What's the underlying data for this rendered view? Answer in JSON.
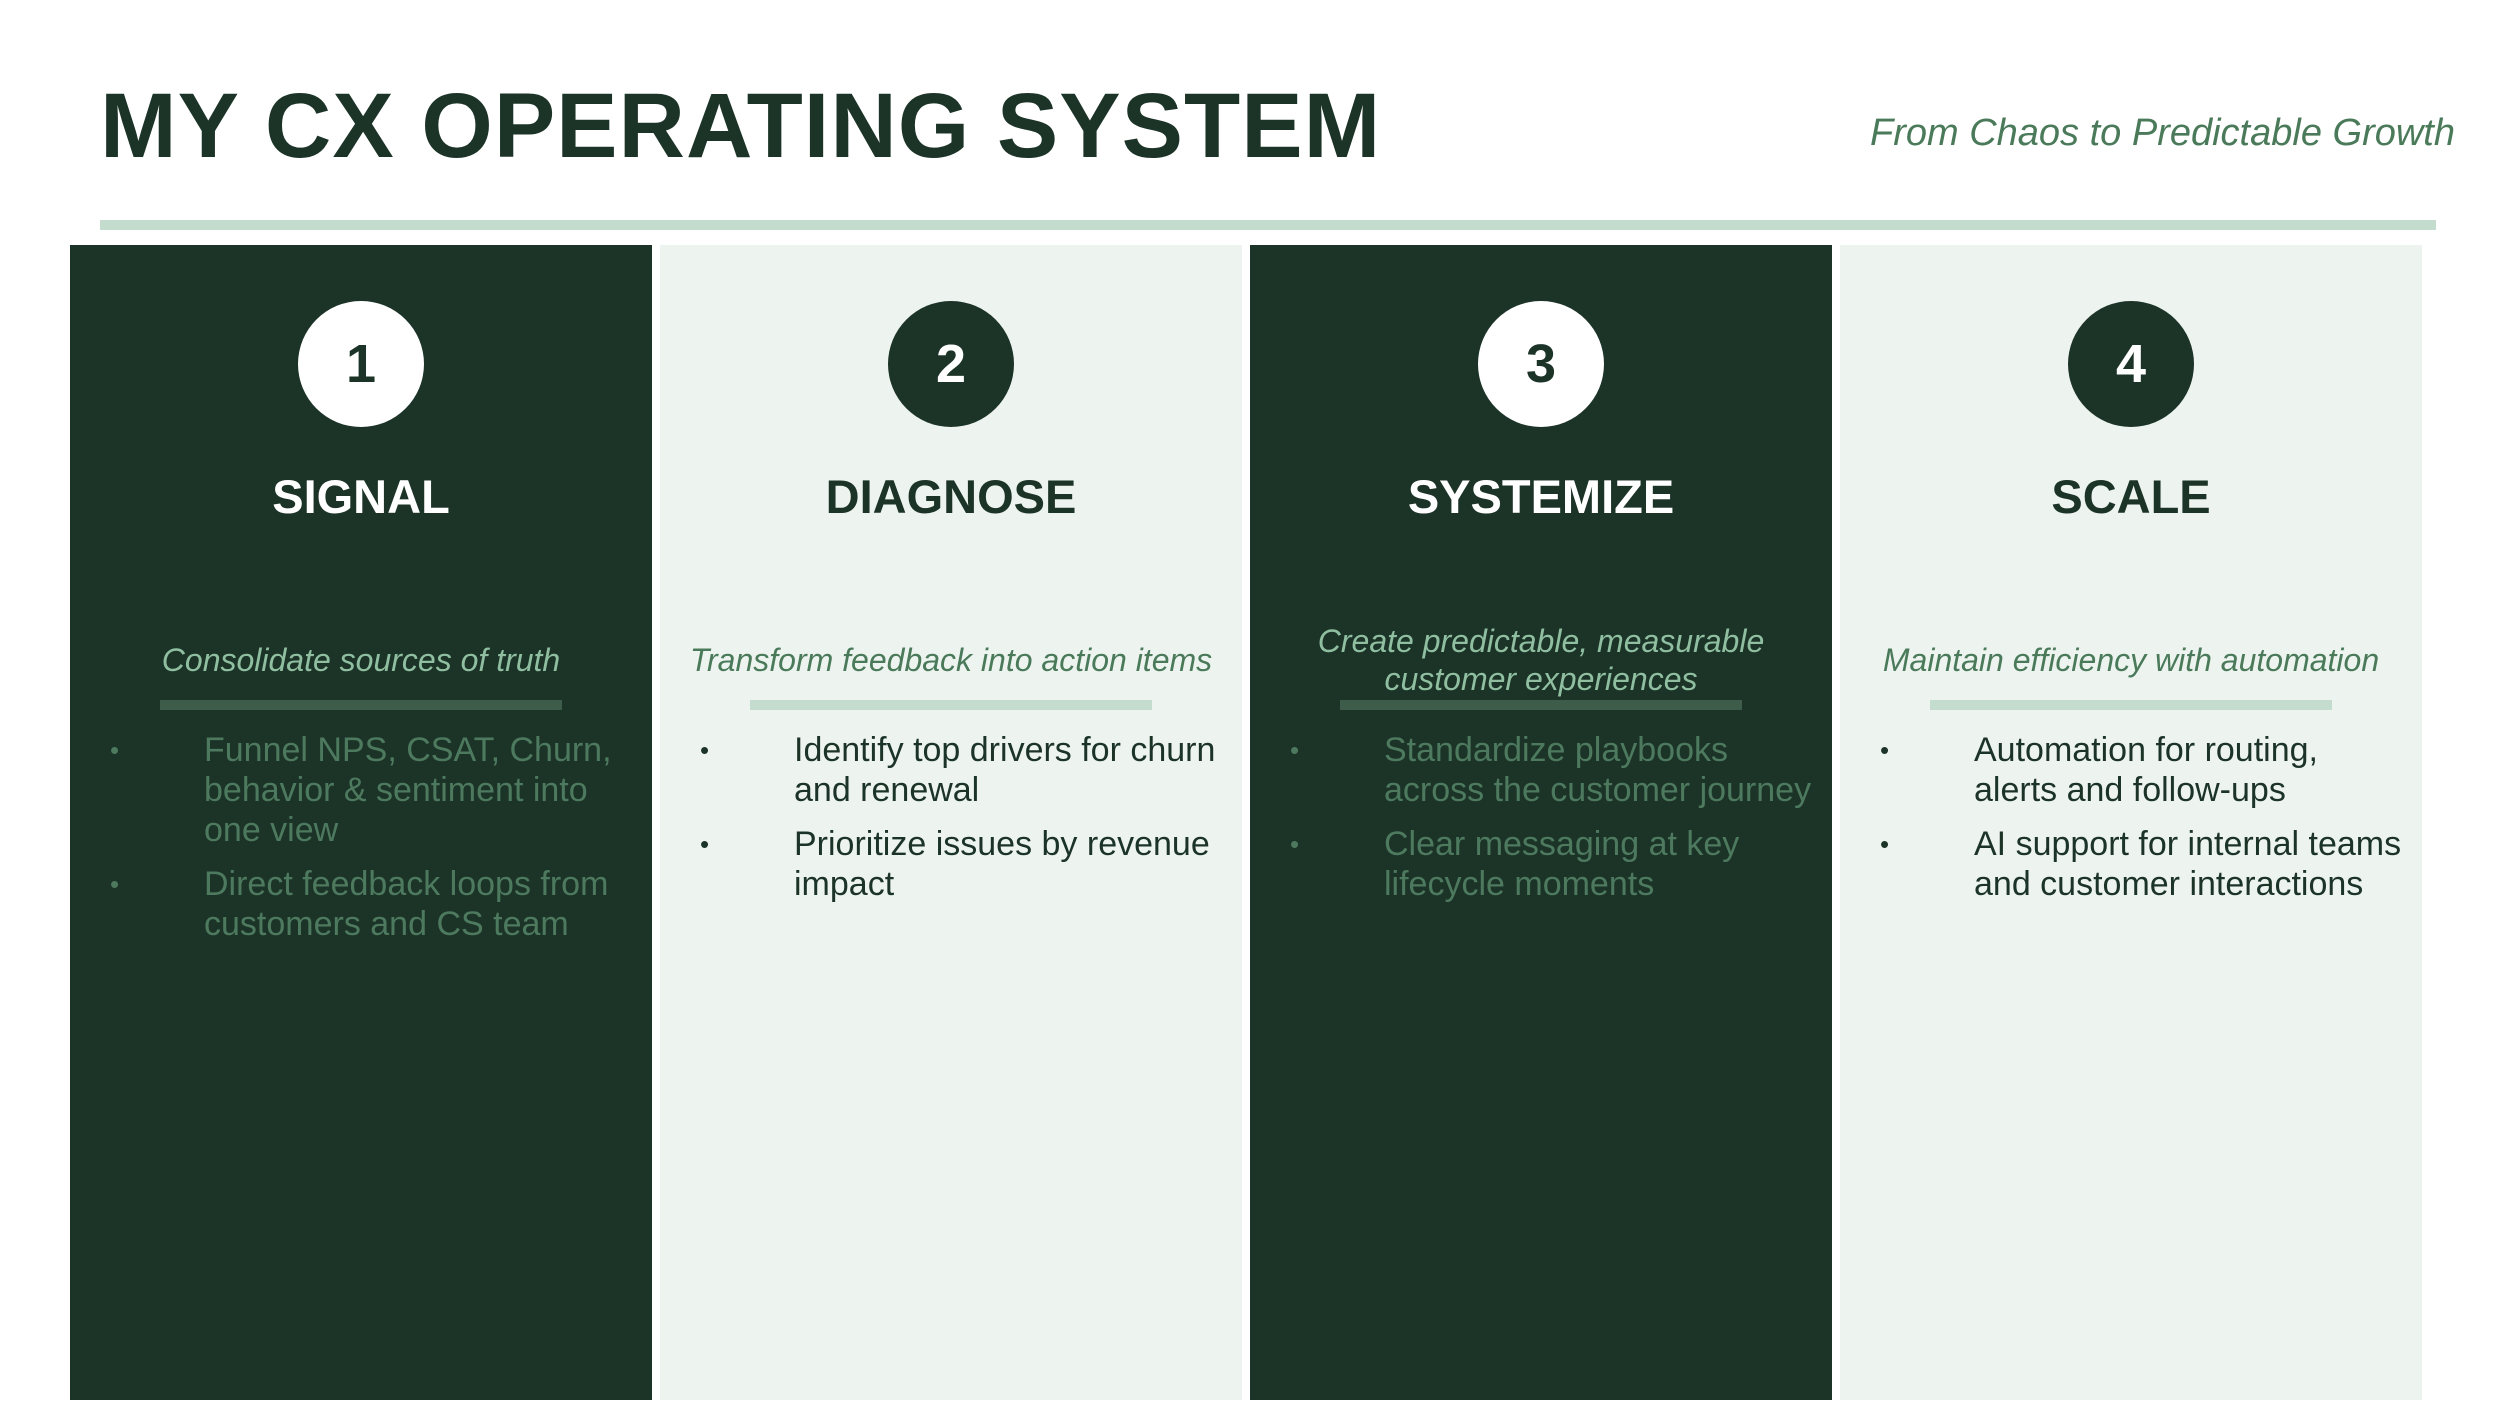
{
  "header": {
    "title": "MY CX OPERATING SYSTEM",
    "subtitle": "From Chaos to Predictable Growth"
  },
  "colors": {
    "dark_green": "#1c3328",
    "light_panel": "#edf4ef",
    "accent_rule": "#c3dccd",
    "muted_green": "#4a7a5a"
  },
  "steps": [
    {
      "number": "1",
      "title": "SIGNAL",
      "tagline": "Consolidate sources of truth",
      "bullets": [
        "Funnel NPS, CSAT, Churn, behavior & sentiment into one view",
        "Direct feedback loops from customers and CS team"
      ]
    },
    {
      "number": "2",
      "title": "DIAGNOSE",
      "tagline": "Transform feedback into action items",
      "bullets": [
        "Identify top drivers for churn and renewal",
        "Prioritize issues by revenue impact"
      ]
    },
    {
      "number": "3",
      "title": "SYSTEMIZE",
      "tagline": "Create predictable, measurable customer experiences",
      "bullets": [
        "Standardize playbooks across the customer journey",
        "Clear messaging at key lifecycle moments"
      ]
    },
    {
      "number": "4",
      "title": "SCALE",
      "tagline": "Maintain efficiency with automation",
      "bullets": [
        "Automation for routing, alerts and follow-ups",
        "AI support for internal teams and customer interactions"
      ]
    }
  ]
}
